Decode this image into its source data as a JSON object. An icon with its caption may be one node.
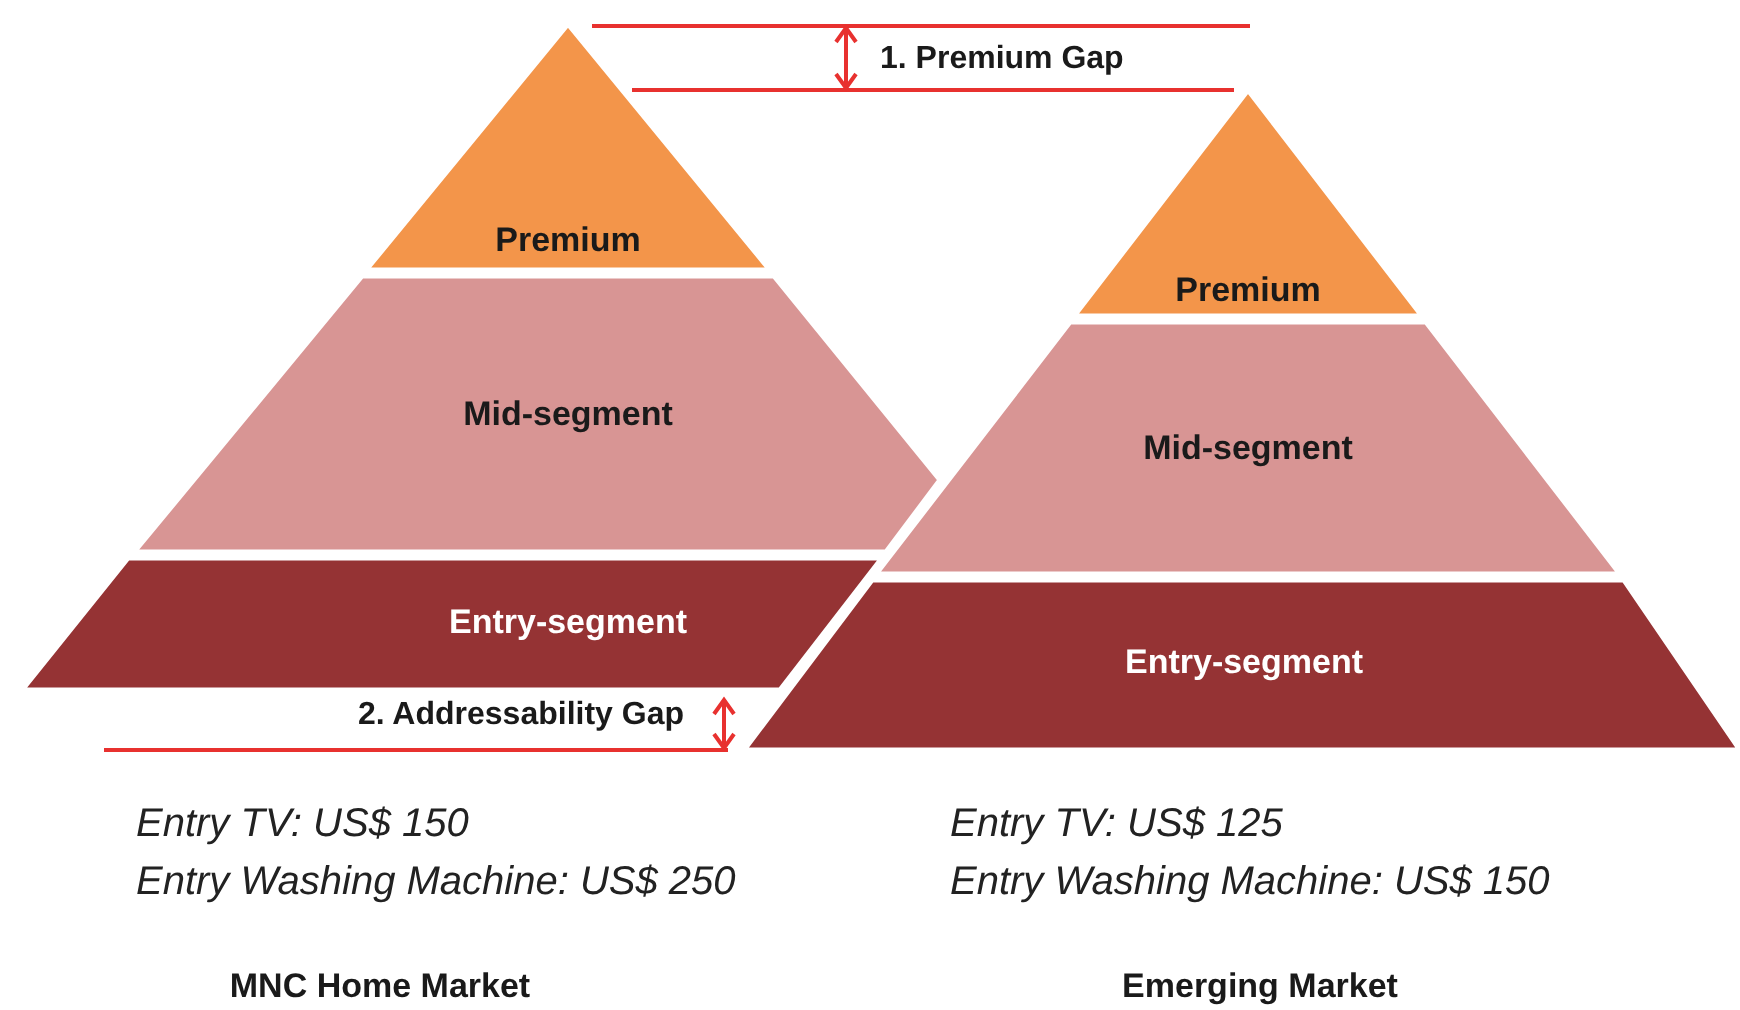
{
  "diagram": {
    "nodes": [
      {
        "text": [
          "Premium"
        ]
      },
      {
        "text": [
          "Mid-segment"
        ]
      },
      {
        "text": [
          "Entry-segment"
        ]
      },
      {
        "text": [
          "Premium"
        ]
      },
      {
        "text": [
          "Mid-segment"
        ]
      },
      {
        "text": [
          "Entry-segment"
        ]
      }
    ],
    "labels": [
      "1. Premium Gap",
      "2. Addressability Gap",
      "Entry TV: US$ 150",
      "Entry TV: US$ 125",
      "Entry Washing Machine: US$ 250",
      "Entry Washing Machine: US$ 150",
      "MNC Home Market",
      "Emerging Market"
    ]
  }
}
